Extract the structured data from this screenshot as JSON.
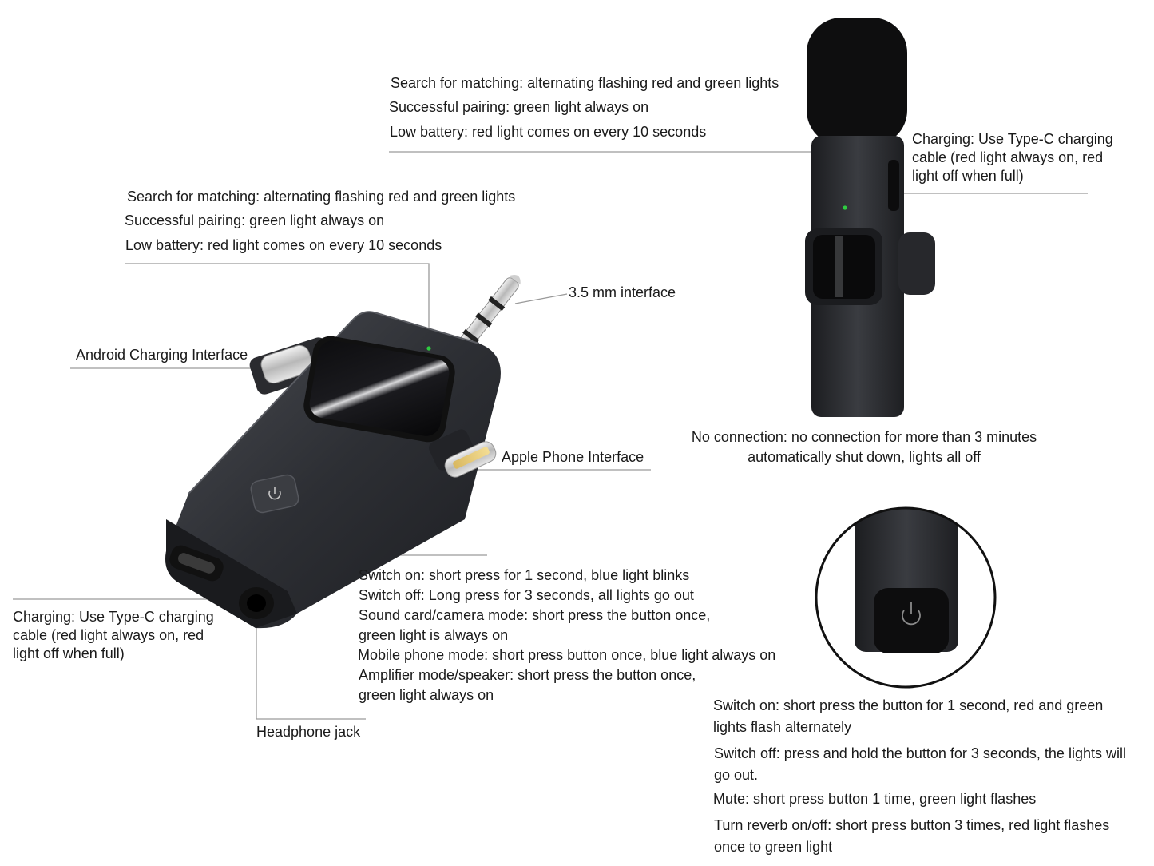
{
  "receiver": {
    "indicator": {
      "line1": "Search for matching: alternating flashing red and green lights",
      "line2": "Successful pairing: green light always on",
      "line3": "Low battery: red light comes on every 10 seconds"
    },
    "jack_35_label": "3.5 mm interface",
    "android_label": "Android Charging Interface",
    "apple_label": "Apple Phone Interface",
    "charging": {
      "line1": "Charging: Use Type-C charging",
      "line2": "cable (red light always on, red",
      "line3": "light off when full)"
    },
    "headphone_label": "Headphone jack",
    "button_modes": [
      "Switch on: short press for 1 second, blue light blinks",
      "Switch off: Long press for 3 seconds, all lights go out",
      "Sound card/camera mode: short press the button once,",
      "green light is always on",
      "Mobile phone mode: short press button once, blue light always on",
      "Amplifier mode/speaker: short press the button once,",
      "green light always on"
    ]
  },
  "microphone": {
    "indicator": {
      "line1": "Search for matching: alternating flashing red and green lights",
      "line2": "Successful pairing: green light always on",
      "line3": "Low battery: red light comes on every 10 seconds"
    },
    "charging": {
      "line1": "Charging: Use Type-C charging",
      "line2": "cable (red light always on, red",
      "line3": "light off when full)"
    },
    "no_connection": {
      "line1": "No connection: no connection for more than 3 minutes",
      "line2": "automatically shut down, lights all off"
    },
    "button_functions": {
      "switch_on": "Switch on: short press the button for 1 second, red and green lights flash alternately",
      "switch_off": "Switch off: press and hold the button for 3 seconds, the lights will go out.",
      "mute": "Mute: short press button 1 time, green light flashes",
      "reverb": "Turn reverb on/off: short press button 3 times, red light flashes once to green light"
    }
  },
  "colors": {
    "device_body": "#2b2d31",
    "leader_line": "#9a9a9a",
    "green_led": "#2ecc40",
    "text": "#1a1a1a"
  },
  "icons": [
    "power-icon",
    "lightning-connector",
    "usb-c-connector",
    "audio-jack-plug"
  ]
}
